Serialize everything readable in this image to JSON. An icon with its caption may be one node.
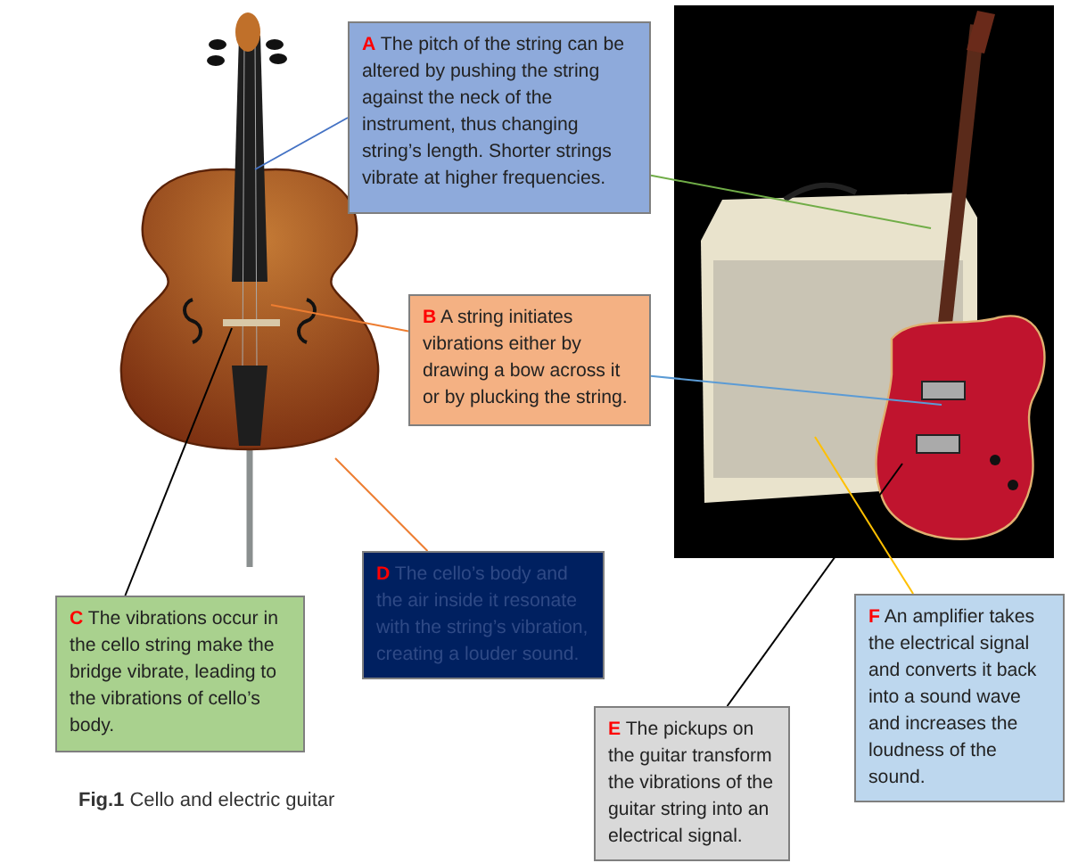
{
  "diagram": {
    "caption": "**Fig.1** Cello and electric guitar",
    "nodes": [
      {
        "text": [
          "**A** The pitch of the string can be altered by pushing the string against the neck of the instrument, thus changing string’s length. Shorter strings vibrate at higher frequencies."
        ]
      },
      {
        "text": [
          "**B** A string initiates vibrations either by drawing a bow across it or by plucking the string."
        ]
      },
      {
        "text": [
          "**C** The vibrations occur in the cello string make the bridge vibrate, leading to the vibrations of cello’s body."
        ]
      },
      {
        "text": [
          "**D** The cello’s body and the air inside it resonate with the string’s vibration, creating a louder sound."
        ]
      },
      {
        "text": [
          "**E** The pickups on the guitar transform the vibrations of the guitar string into an electrical signal."
        ]
      },
      {
        "text": [
          "**F** An amplifier takes the electrical signal and converts it back into a sound wave and increases the loudness of the sound."
        ]
      }
    ],
    "edges": [
      {
        "from": 0,
        "to": null,
        "arrow": "none",
        "color": "#4472c4"
      },
      {
        "from": 0,
        "to": null,
        "arrow": "none",
        "color": "#70ad47"
      },
      {
        "from": 1,
        "to": null,
        "arrow": "none",
        "color": "#ed7d31"
      },
      {
        "from": 1,
        "to": null,
        "arrow": "none",
        "color": "#5b9bd5"
      },
      {
        "from": 2,
        "to": null,
        "arrow": "none",
        "color": "#000000"
      },
      {
        "from": 3,
        "to": null,
        "arrow": "none",
        "color": "#ed7d31"
      },
      {
        "from": 4,
        "to": null,
        "arrow": "none",
        "color": "#000000"
      },
      {
        "from": 5,
        "to": null,
        "arrow": "none",
        "color": "#ffc000"
      }
    ]
  }
}
